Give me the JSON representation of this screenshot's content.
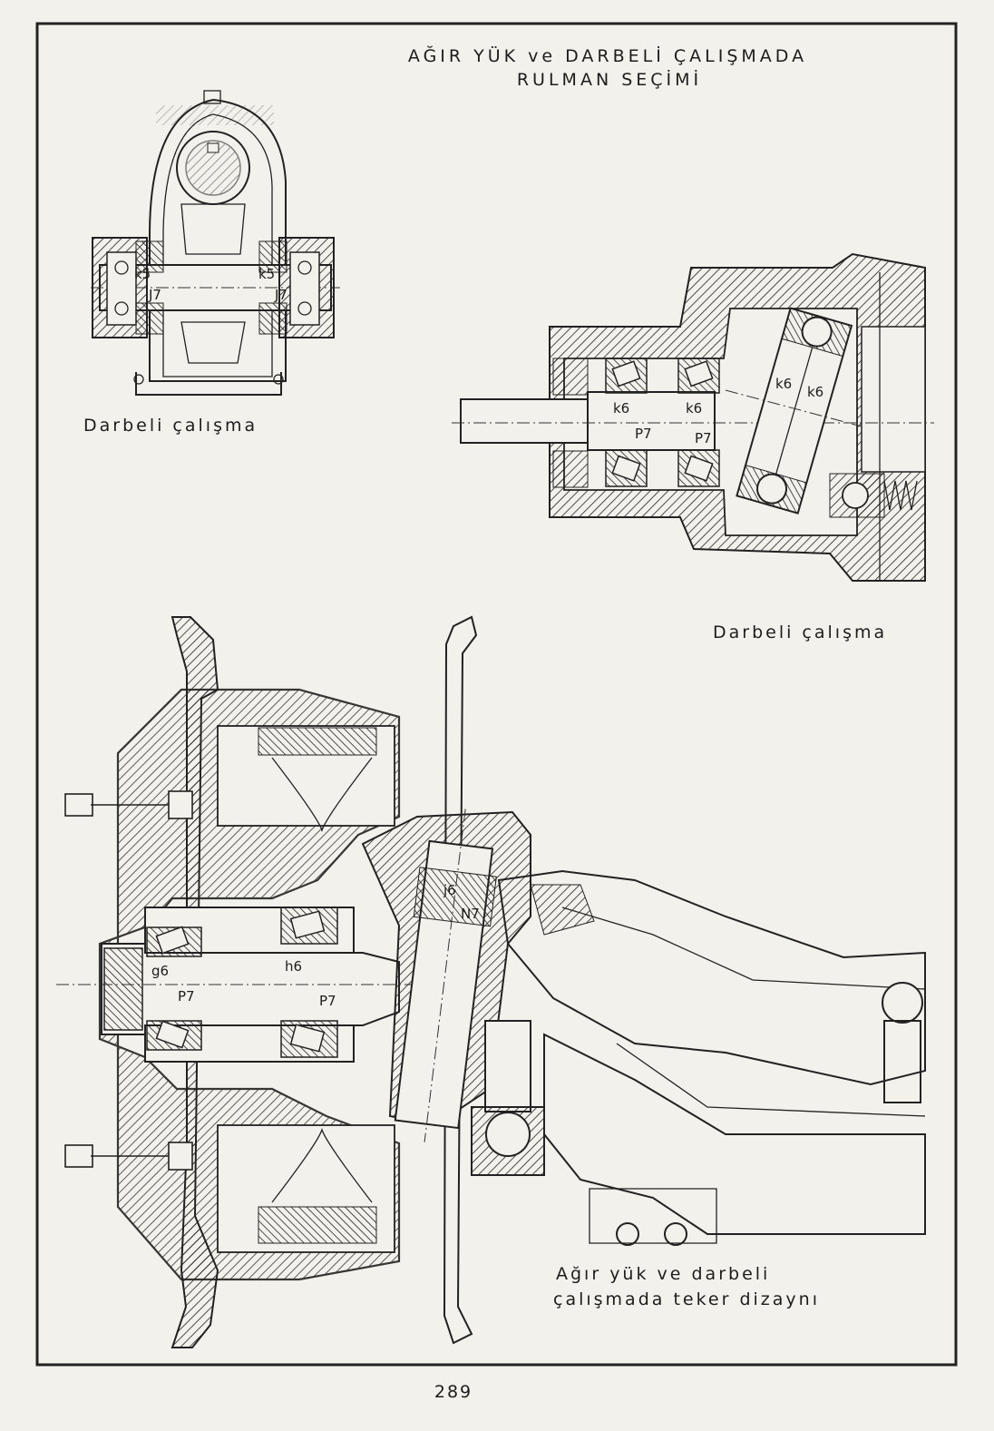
{
  "title": {
    "line1": "AĞIR YÜK ve DARBELİ ÇALIŞMADA",
    "line2": "RULMAN SEÇİMİ"
  },
  "figures": {
    "gearbox": {
      "caption": "Darbeli çalışma",
      "fits": [
        "k5",
        "k5",
        "J7",
        "J7"
      ]
    },
    "spindle": {
      "caption": "Darbeli çalışma",
      "fits": [
        "k6",
        "k6",
        "k6",
        "k6",
        "P7",
        "P7"
      ]
    },
    "wheel": {
      "caption_line1": "Ağır yük ve darbeli",
      "caption_line2": "çalışmada teker dizaynı",
      "fits": [
        "j6",
        "N7",
        "g6",
        "h6",
        "P7",
        "P7"
      ]
    }
  },
  "page_number": "289",
  "colors": {
    "paper": "#f2f1ec",
    "ink": "#1d1d1d"
  }
}
